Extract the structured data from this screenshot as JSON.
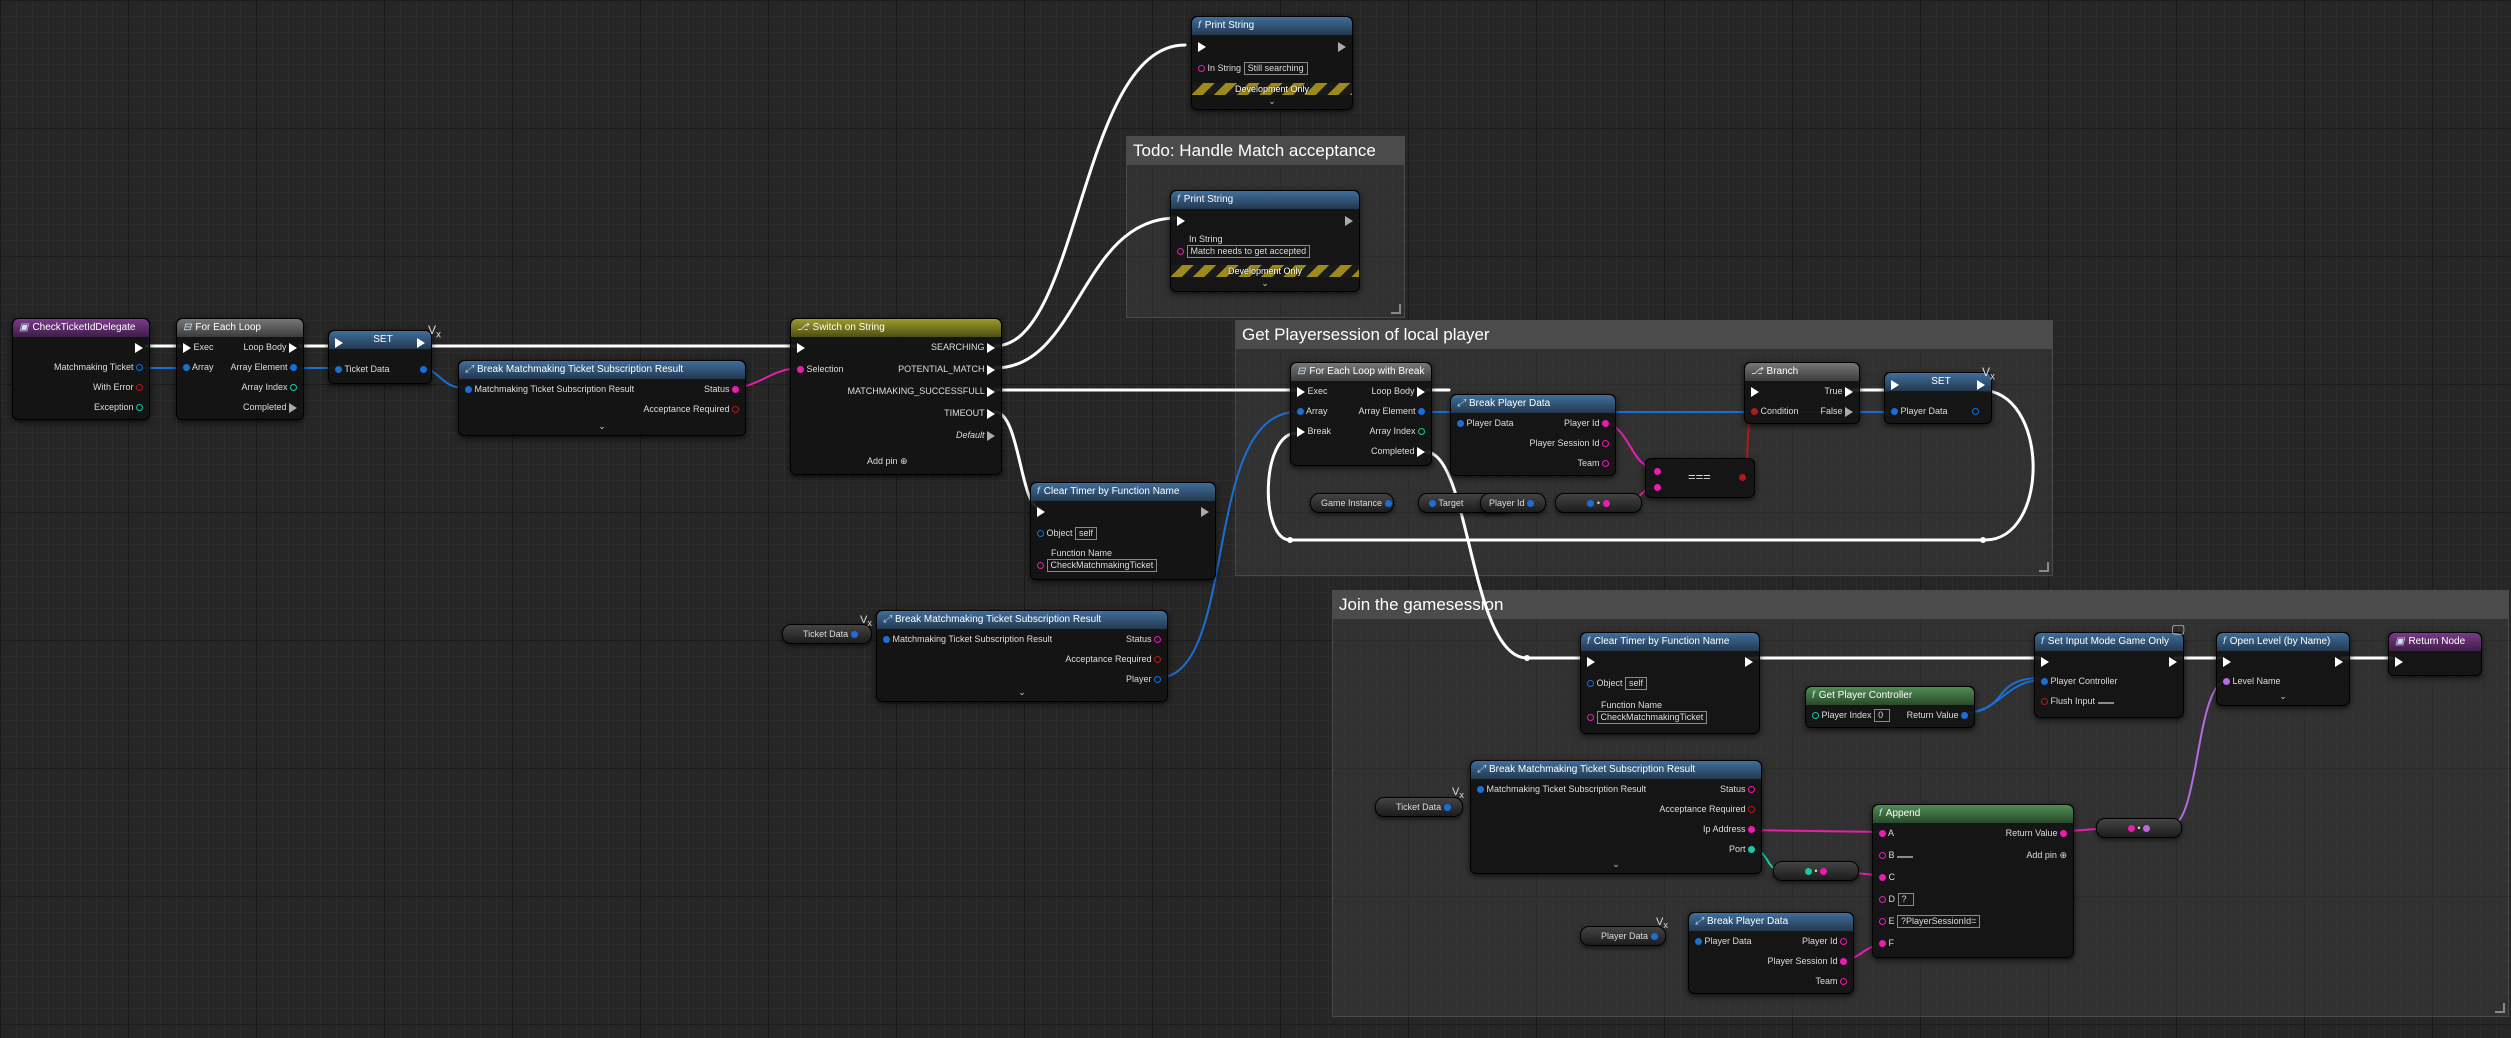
{
  "comments": {
    "todo": "Todo: Handle Match acceptance",
    "get_player": "Get Playersession of local player",
    "join": "Join the gamesession"
  },
  "print1": {
    "title": "Print String",
    "in_string_label": "In String",
    "in_string_value": "Still searching",
    "dev_only": "Development Only"
  },
  "print2": {
    "title": "Print String",
    "in_string_label": "In String",
    "in_string_value": "Match needs to get accepted",
    "dev_only": "Development Only"
  },
  "delegate": {
    "title": "CheckTicketIdDelegate",
    "pins": [
      "Matchmaking Ticket",
      "With Error",
      "Exception"
    ]
  },
  "foreach": {
    "title": "For Each Loop",
    "exec": "Exec",
    "array": "Array",
    "loop_body": "Loop Body",
    "array_element": "Array Element",
    "array_index": "Array Index",
    "completed": "Completed"
  },
  "set1": {
    "title": "SET",
    "pin": "Ticket Data"
  },
  "break1": {
    "title": "Break Matchmaking Ticket Subscription Result",
    "input": "Matchmaking Ticket Subscription Result",
    "status": "Status",
    "acceptance": "Acceptance Required"
  },
  "switch": {
    "title": "Switch on String",
    "selection": "Selection",
    "outs": [
      "SEARCHING",
      "POTENTIAL_MATCH",
      "MATCHMAKING_SUCCESSFULL",
      "TIMEOUT",
      "Default"
    ],
    "add_pin": "Add pin"
  },
  "clear1": {
    "title": "Clear Timer by Function Name",
    "object": "Object",
    "object_value": "self",
    "fn_label": "Function Name",
    "fn_value": "CheckMatchmakingTicket"
  },
  "var_ticket1": "Ticket Data",
  "break2": {
    "title": "Break Matchmaking Ticket Subscription Result",
    "input": "Matchmaking Ticket Subscription Result",
    "status": "Status",
    "acceptance": "Acceptance Required",
    "player": "Player"
  },
  "foreachbreak": {
    "title": "For Each Loop with Break",
    "exec": "Exec",
    "array": "Array",
    "break": "Break",
    "loop_body": "Loop Body",
    "array_element": "Array Element",
    "array_index": "Array Index",
    "completed": "Completed"
  },
  "breakplayer1": {
    "title": "Break Player Data",
    "input": "Player Data",
    "player_id": "Player Id",
    "player_session_id": "Player Session Id",
    "team": "Team"
  },
  "branch": {
    "title": "Branch",
    "condition": "Condition",
    "true": "True",
    "false": "False"
  },
  "set2": {
    "title": "SET",
    "pin": "Player Data"
  },
  "game_instance": {
    "label": "Game Instance",
    "target": "Target",
    "player_id": "Player Id"
  },
  "equal_label": "===",
  "clear2": {
    "title": "Clear Timer by Function Name",
    "object": "Object",
    "object_value": "self",
    "fn_label": "Function Name",
    "fn_value": "CheckMatchmakingTicket"
  },
  "get_pc": {
    "title": "Get Player Controller",
    "player_index": "Player Index",
    "player_index_value": "0",
    "return": "Return Value"
  },
  "set_input": {
    "title": "Set Input Mode Game Only",
    "pc": "Player Controller",
    "flush": "Flush Input"
  },
  "open_level": {
    "title": "Open Level (by Name)",
    "level_name": "Level Name"
  },
  "return_node": {
    "title": "Return Node"
  },
  "var_ticket2": "Ticket Data",
  "break3": {
    "title": "Break Matchmaking Ticket Subscription Result",
    "input": "Matchmaking Ticket Subscription Result",
    "status": "Status",
    "acceptance": "Acceptance Required",
    "ip": "Ip Address",
    "port": "Port"
  },
  "append": {
    "title": "Append",
    "pins": [
      "A",
      "B",
      "C",
      "D",
      "E",
      "F"
    ],
    "b_value": "",
    "d_value": "?",
    "e_value": "?PlayerSessionId=",
    "return": "Return Value",
    "add_pin": "Add pin"
  },
  "var_player": "Player Data",
  "breakplayer2": {
    "title": "Break Player Data",
    "input": "Player Data",
    "player_id": "Player Id",
    "player_session_id": "Player Session Id",
    "team": "Team"
  },
  "colors": {
    "exec": "#ffffff",
    "string": "#e91dae",
    "struct": "#1a6fd6",
    "bool": "#b11b1b",
    "int": "#1dc7a0",
    "name": "#b86ae0"
  }
}
